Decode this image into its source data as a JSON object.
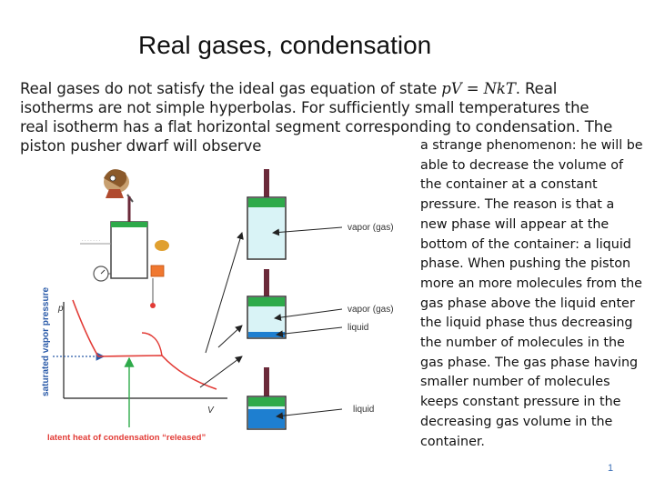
{
  "slide": {
    "title": "Real gases, condensation",
    "intro_part1": "Real gases do not satisfy the ideal gas equation of state ",
    "equation": "pV = NkT",
    "intro_part2": ". Real isotherms are not simple hyperbolas. For sufficiently small temperatures the real isotherm has a flat horizontal segment corresponding to condensation. The piston pusher dwarf will observe",
    "body": "a strange phenomenon: he will be able to decrease the volume of the container at a constant pressure. The reason is that a new phase will appear at the bottom of the container: a liquid phase. When pushing the piston more an more molecules from the gas phase above the liquid enter the liquid phase thus decreasing the number of molecules in the gas phase. The gas phase having smaller number of molecules keeps constant pressure in the decreasing gas volume in the container.",
    "page_number": "1"
  },
  "figure": {
    "axis_y_label": "saturated vapor pressure",
    "axis_p": "p",
    "axis_v": "V",
    "latent_heat_label": "latent heat of condensation “released”",
    "container1_label": "vapor (gas)",
    "container2_label_gas": "vapor (gas)",
    "container2_label_liquid": "liquid",
    "container3_label": "liquid",
    "colors": {
      "curve": "#e23b36",
      "blue_label": "#2a5aa8",
      "green_arrow": "#2eaa4a",
      "piston": "#2eaa4a",
      "rod": "#6b2a3a",
      "vapor": "#d9f3f6",
      "liquid": "#1e7fd0"
    }
  }
}
